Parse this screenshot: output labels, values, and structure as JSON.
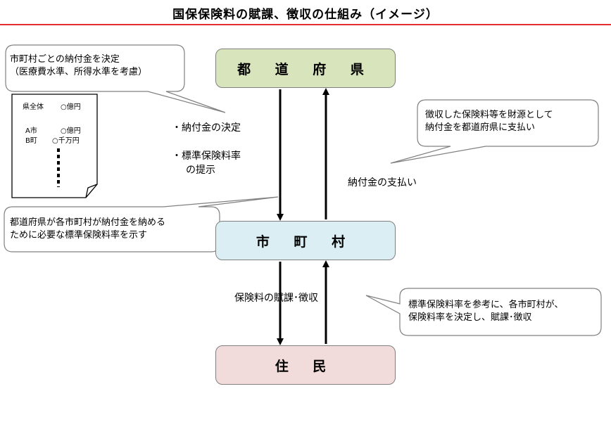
{
  "title": "国保保険料の賦課、徴収の仕組み（イメージ）",
  "nodes": {
    "prefecture": "都 道 府 県",
    "municipality": "市 町 村",
    "residents": "住 民"
  },
  "labels": {
    "decision": "・納付金の決定",
    "standard_rate_line1": "・標準保険料率",
    "standard_rate_line2": "の提示",
    "payment": "納付金の支払い",
    "levy": "保険料の賦課･徴収"
  },
  "callouts": {
    "top_left": [
      "市町村ごとの納付金を決定",
      "（医療費水準、所得水準を考慮）"
    ],
    "mid_left": [
      "都道府県が各市町村が納付金を納める",
      "ために必要な標準保険料率を示す"
    ],
    "right_top": [
      "徴収した保険料等を財源として",
      "納付金を都道府県に支払い"
    ],
    "right_bottom": [
      "標準保険料率を参考に、各市町村が、",
      "保険料率を決定し、賦課･徴収"
    ]
  },
  "document": {
    "total_label": "県全体",
    "total_value": "○億円",
    "row_a_label": "A市",
    "row_a_value": "○億円",
    "row_b_label": "B町",
    "row_b_value": "○千万円"
  }
}
